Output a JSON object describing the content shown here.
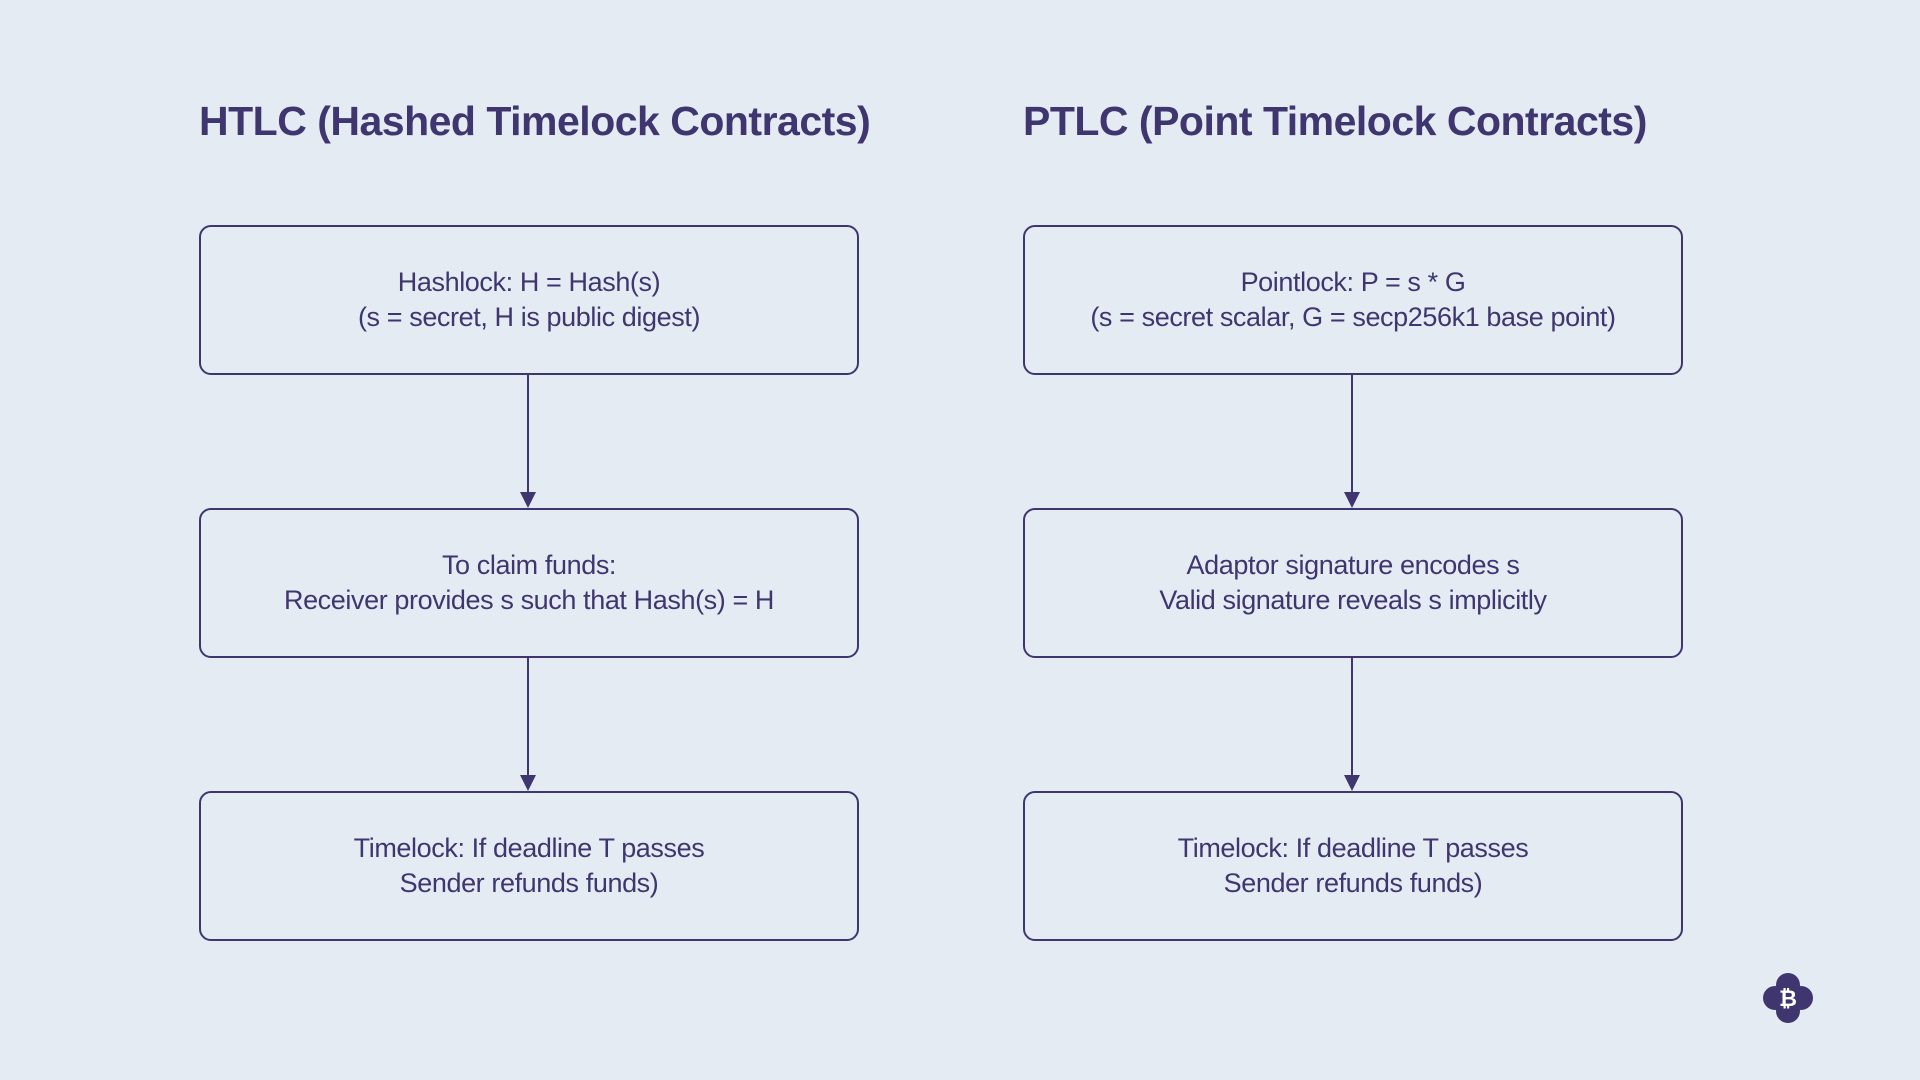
{
  "htlc": {
    "title": "HTLC (Hashed Timelock Contracts)",
    "steps": [
      {
        "line1": "Hashlock: H = Hash(s)",
        "line2": "(s = secret, H is public digest)"
      },
      {
        "line1": "To claim funds:",
        "line2": "Receiver provides s such that Hash(s) = H"
      },
      {
        "line1": "Timelock: If deadline T passes",
        "line2": "Sender refunds funds)"
      }
    ]
  },
  "ptlc": {
    "title": "PTLC (Point Timelock Contracts)",
    "steps": [
      {
        "line1": "Pointlock: P = s * G",
        "line2": "(s = secret scalar, G = secp256k1 base point)"
      },
      {
        "line1": "Adaptor signature encodes s",
        "line2": "Valid signature reveals s implicitly"
      },
      {
        "line1": "Timelock: If deadline T passes",
        "line2": "Sender refunds funds)"
      }
    ]
  },
  "colors": {
    "background": "#e5ebf3",
    "ink": "#3f3670"
  },
  "logo": {
    "icon": "bitcoin-cloud-icon"
  }
}
